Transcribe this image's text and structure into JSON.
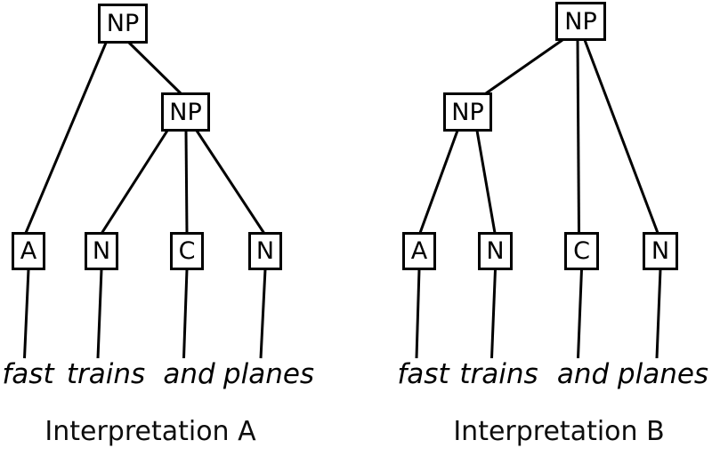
{
  "figure": {
    "background_color": "#ffffff",
    "line_color": "#000000",
    "text_color": "#000000",
    "sentence": "fast trains and planes"
  },
  "tree_a": {
    "caption": "Interpretation A",
    "root_label": "NP",
    "inner_label": "NP",
    "terminals": [
      "A",
      "N",
      "C",
      "N"
    ],
    "words": [
      "fast",
      "trains",
      "and",
      "planes"
    ]
  },
  "tree_b": {
    "caption": "Interpretation B",
    "root_label": "NP",
    "inner_label": "NP",
    "terminals": [
      "A",
      "N",
      "C",
      "N"
    ],
    "words": [
      "fast",
      "trains",
      "and",
      "planes"
    ]
  }
}
